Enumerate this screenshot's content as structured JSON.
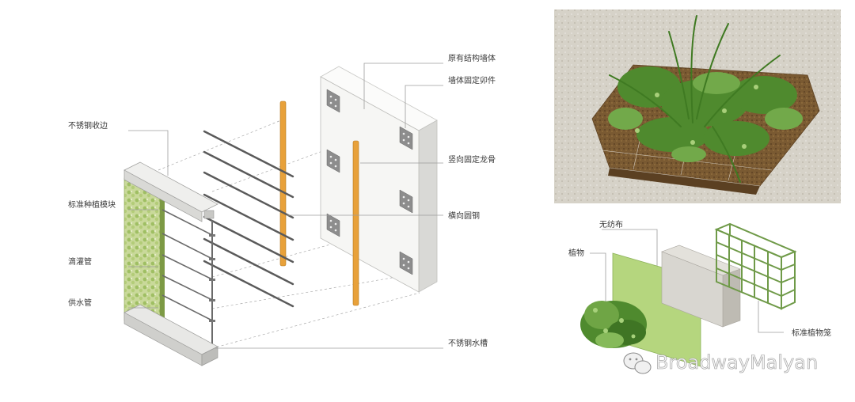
{
  "labels": {
    "existing_wall": "原有结构墙体",
    "wall_anchor": "墙体固定卯件",
    "ss_edge": "不锈钢收边",
    "vertical_keel": "竖向固定龙骨",
    "standard_module": "标准种植模块",
    "horizontal_steel": "横向圆钢",
    "drip_pipe": "滴灌管",
    "supply_pipe": "供水管",
    "ss_gutter": "不锈钢水槽",
    "nonwoven": "无纺布",
    "plants": "植物",
    "plant_cage": "标准植物笼"
  },
  "watermark": "BroadwayMalyan",
  "icons": [
    "wechat-icon"
  ],
  "colors": {
    "steel_keel": "#e8a13a",
    "felt": "#b5d67e",
    "cage": "#6f9a48",
    "wall": "#f6f6f4",
    "concrete": "#d8d6d0"
  }
}
